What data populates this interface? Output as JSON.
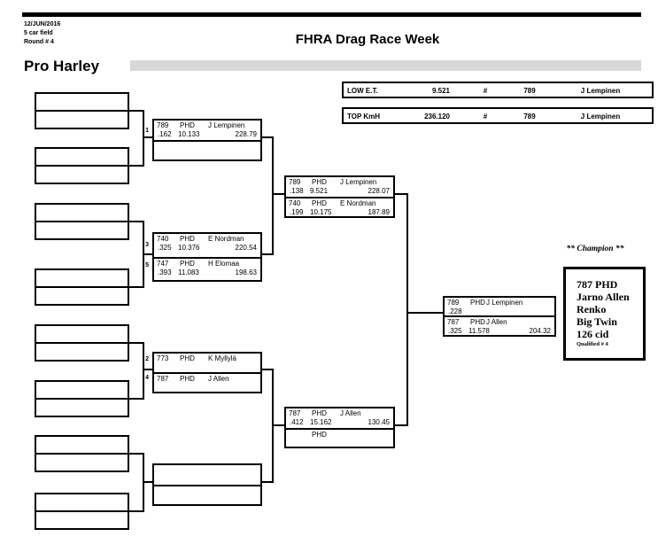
{
  "header": {
    "date": "12/JUN/2016",
    "field_size": "5 car field",
    "round": "Round # 4",
    "title": "FHRA Drag Race Week",
    "class_name": "Pro Harley"
  },
  "stats": {
    "low_et": {
      "label": "LOW E.T.",
      "value": "9.521",
      "hash": "#",
      "car": "789",
      "driver": "J Lempinen"
    },
    "top_kmh": {
      "label": "TOP KmH",
      "value": "236.120",
      "hash": "#",
      "car": "789",
      "driver": "J Lempinen"
    }
  },
  "bracket": {
    "round2": {
      "match1": {
        "label": "1",
        "winner": {
          "car": "789",
          "cls": "PHD",
          "driver": "J Lempinen",
          "rt": ".162",
          "et": "10.133",
          "speed": "228.79"
        }
      },
      "match2": {
        "top_label": "3",
        "top": {
          "car": "740",
          "cls": "PHD",
          "driver": "E Nordman",
          "rt": ".325",
          "et": "10.376",
          "speed": "220.54"
        },
        "bottom_label": "5",
        "bottom": {
          "car": "747",
          "cls": "PHD",
          "driver": "H Elomaa",
          "rt": ".393",
          "et": "11.083",
          "speed": "198.63"
        }
      },
      "match3": {
        "top_label": "2",
        "top": {
          "car": "773",
          "cls": "PHD",
          "driver": "K Myllylä"
        },
        "bottom_label": "4",
        "bottom": {
          "car": "787",
          "cls": "PHD",
          "driver": "J Allen"
        }
      }
    },
    "semifinal1": {
      "top": {
        "car": "789",
        "cls": "PHD",
        "driver": "J Lempinen",
        "rt": ".138",
        "et": "9.521",
        "speed": "228.07"
      },
      "bottom": {
        "car": "740",
        "cls": "PHD",
        "driver": "E Nordman",
        "rt": ".199",
        "et": "10.175",
        "speed": "187.89"
      }
    },
    "semifinal2": {
      "top": {
        "car": "787",
        "cls": "PHD",
        "driver": "J Allen",
        "rt": ".412",
        "et": "15.162",
        "speed": "130.45"
      },
      "bottom": {
        "cls": "PHD"
      }
    },
    "final": {
      "top": {
        "car": "789",
        "cls": "PHD",
        "driver": "J Lempinen",
        "rt": ".228"
      },
      "bottom": {
        "car": "787",
        "cls": "PHD",
        "driver": "J Allen",
        "rt": ".325",
        "et": "11.578",
        "speed": "204.32"
      }
    }
  },
  "champion": {
    "heading": "** Champion **",
    "car_class": "787 PHD",
    "driver": "Jarno Allen",
    "hometown": "Renko",
    "bike": "Big Twin",
    "engine": "126 cid",
    "qualified": "Qualified # 4"
  }
}
